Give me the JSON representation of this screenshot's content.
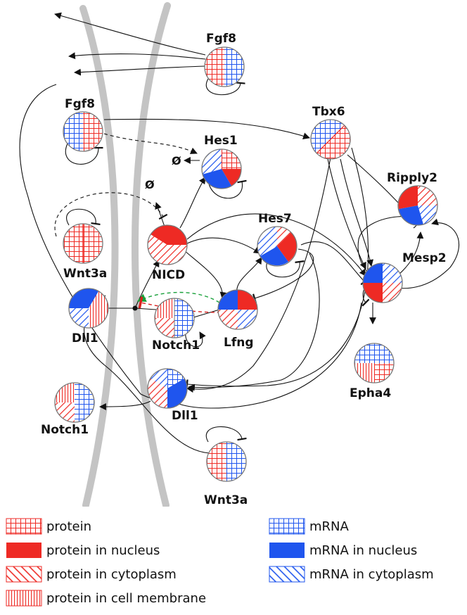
{
  "colors": {
    "protein": "#ee2a24",
    "mrna": "#1f55ee",
    "membrane": "#888888",
    "edge": "#111111",
    "green_edge": "#18a03a",
    "red_edge": "#d8201e"
  },
  "nodes": {
    "fgf8_top": "Fgf8",
    "fgf8_left": "Fgf8",
    "tbx6": "Tbx6",
    "hes1": "Hes1",
    "hes7": "Hes7",
    "ripply2": "Ripply2",
    "mesp2": "Mesp2",
    "wnt3a_left": "Wnt3a",
    "nicd": "NICD",
    "dll1_left": "Dll1",
    "notch1_mid": "Notch1",
    "lfng": "Lfng",
    "epha4": "Epha4",
    "dll1_mid": "Dll1",
    "notch1_left": "Notch1",
    "wnt3a_bottom": "Wnt3a"
  },
  "null_symbols": [
    "Ø",
    "Ø"
  ],
  "legend": {
    "left": [
      {
        "icon": "protein",
        "label": "protein"
      },
      {
        "icon": "protein-nucleus",
        "label": "protein in nucleus"
      },
      {
        "icon": "protein-cytoplasm",
        "label": "protein in cytoplasm"
      },
      {
        "icon": "protein-membrane",
        "label": "protein in cell membrane"
      }
    ],
    "right": [
      {
        "icon": "mrna",
        "label": "mRNA"
      },
      {
        "icon": "mrna-nucleus",
        "label": "mRNA in nucleus"
      },
      {
        "icon": "mrna-cytoplasm",
        "label": "mRNA in cytoplasm"
      }
    ]
  }
}
